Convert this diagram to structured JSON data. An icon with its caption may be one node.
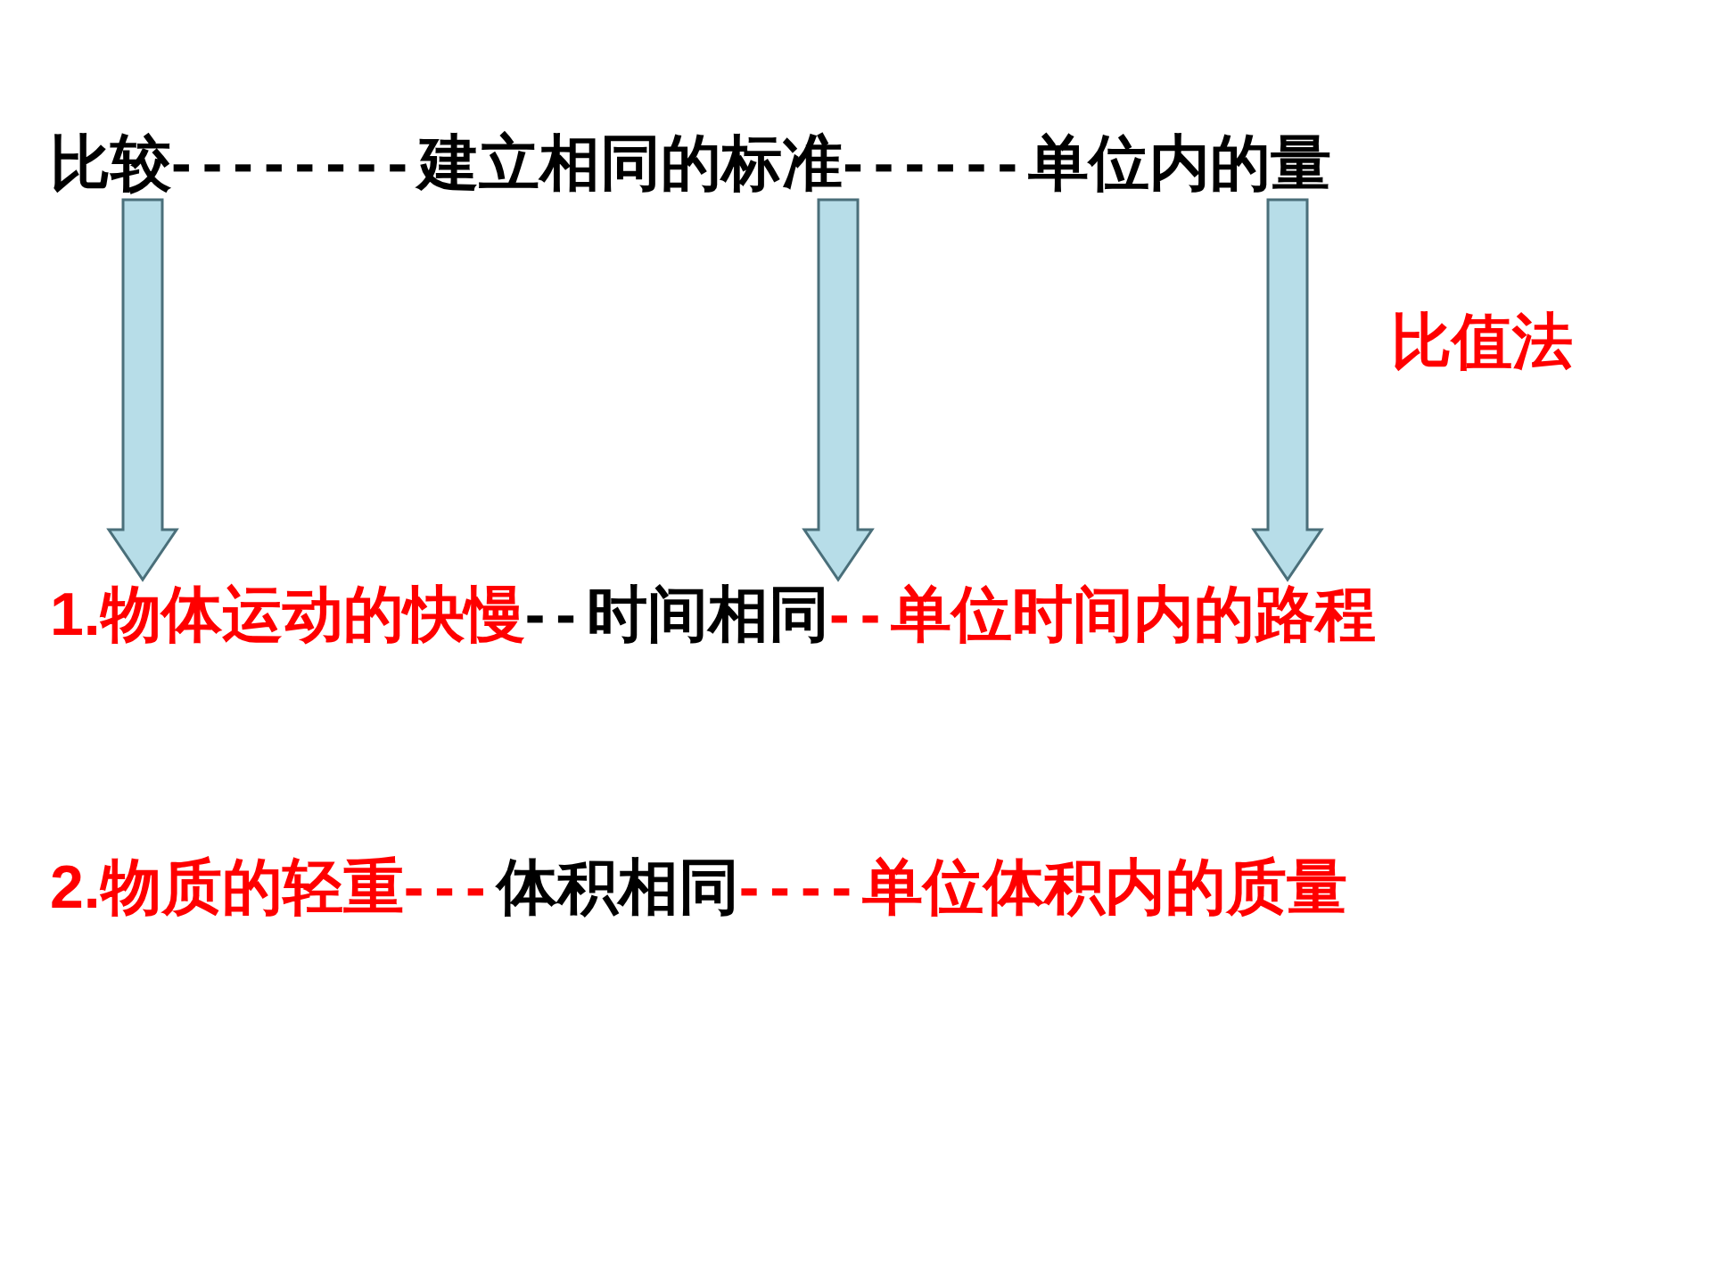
{
  "diagram": {
    "nodes": [
      {
        "text": [
          "比较"
        ]
      },
      {
        "text": [
          "建立相同的标准"
        ]
      },
      {
        "text": [
          "单位内的量"
        ]
      },
      {
        "text": [
          "1.物体运动的快慢"
        ]
      },
      {
        "text": [
          "时间相同"
        ]
      },
      {
        "text": [
          "单位时间内的路程"
        ]
      },
      {
        "text": [
          "2.物质的轻重"
        ]
      },
      {
        "text": [
          "体积相同"
        ]
      },
      {
        "text": [
          "单位体积内的质量"
        ]
      }
    ],
    "edges": [
      {
        "from": 0,
        "to": 3,
        "arrow": "to"
      },
      {
        "from": 1,
        "to": 4,
        "arrow": "to"
      },
      {
        "from": 2,
        "to": 5,
        "arrow": "to"
      }
    ],
    "labels": [
      "--------",
      "------",
      "比值法",
      "--",
      "--",
      "---",
      "----"
    ]
  }
}
